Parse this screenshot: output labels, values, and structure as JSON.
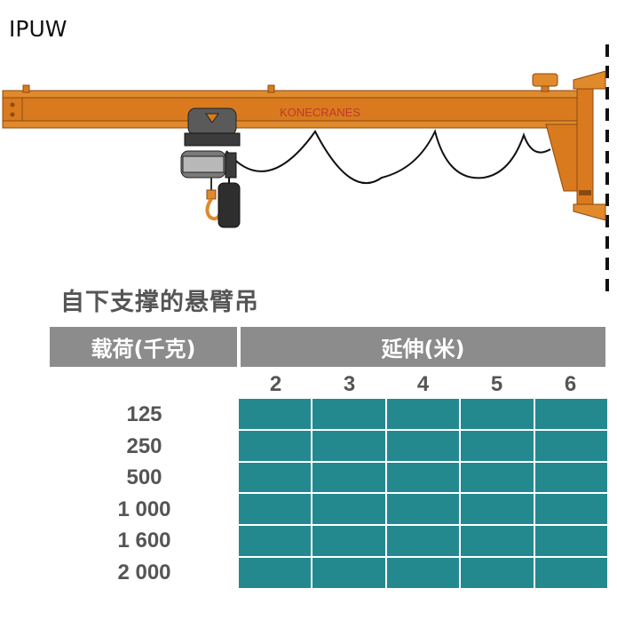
{
  "model_code": "IPUW",
  "brand_logo_text": "KONECRANES",
  "title": "自下支撑的悬臂吊",
  "table": {
    "header_load": "载荷(千克)",
    "header_outreach": "延伸(米)",
    "outreach_values": [
      "2",
      "3",
      "4",
      "5",
      "6"
    ],
    "load_values": [
      "125",
      "250",
      "500",
      "1 000",
      "1 600",
      "2 000"
    ],
    "cell_color": "#23898f",
    "header_color": "#8c8c8c"
  },
  "colors": {
    "boom": "#d97a1f",
    "text_gray": "#555555",
    "hoist_gray": "#4a4a4a"
  }
}
